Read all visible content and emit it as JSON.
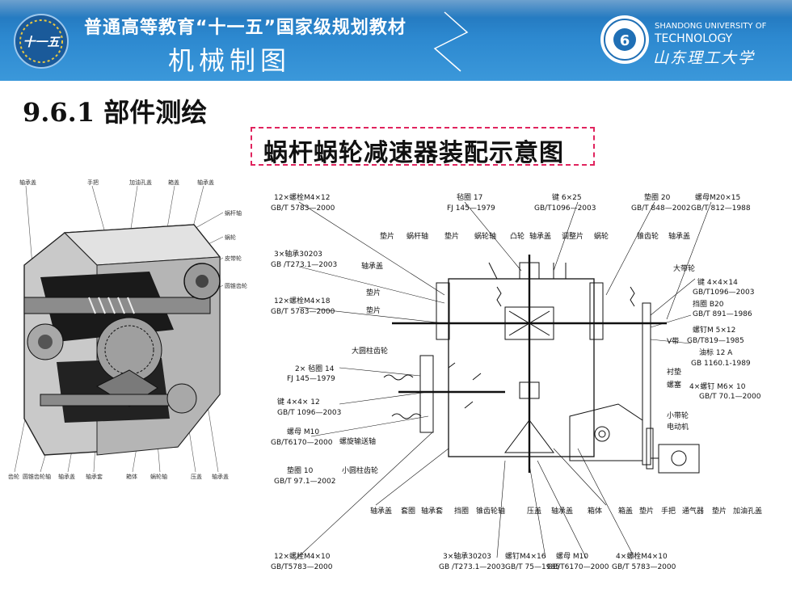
{
  "header": {
    "series_title": "普通高等教育“十一五”国家级规划教材",
    "course_title": "机械制图",
    "left_logo_text": "十一五",
    "university_en_line1": "SHANDONG UNIVERSITY OF",
    "university_en_line2": "TECHNOLOGY",
    "university_cn": "山东理工大学"
  },
  "section_title": "9.6.1  部件测绘",
  "diagram_title": "蜗杆蜗轮减速器装配示意图",
  "cutaway_labels": {
    "top": [
      "轴承盖",
      "手把",
      "加油孔盖",
      "箱盖",
      "轴承盖"
    ],
    "right": [
      "蜗杆轴",
      "蜗轮",
      "皮带轮",
      "圆锥齿轮"
    ],
    "bottom": [
      "齿轮",
      "圆锥齿轮轴",
      "轴承盖",
      "轴承套",
      "箱体",
      "蜗轮轴",
      "压盖",
      "轴承盖"
    ]
  },
  "schematic": {
    "specs": {
      "s1": [
        "12×螺栓M4×12",
        "GB/T 5783—2000"
      ],
      "s2": [
        "毡圈 17",
        "FJ 145—1979"
      ],
      "s3": [
        "键 6×25",
        "GB/T1096—2003"
      ],
      "s4": [
        "垫圈 20",
        "GB/T 848—2002"
      ],
      "s5": [
        "螺母M20×15",
        "GB/T 812—1988"
      ],
      "s6": [
        "3×轴承30203",
        "GB /T273.1—2003"
      ],
      "s7": [
        "12×螺栓M4×18",
        "GB/T 5783—2000"
      ],
      "s8": [
        "键 4×4×14",
        "GB/T1096—2003"
      ],
      "s9": [
        "挡圈 B20",
        "GB/T 891—1986"
      ],
      "s10": [
        "螺钉M 5×12",
        "GB/T819—1985"
      ],
      "s11": [
        "油标 12 A",
        "GB 1160.1-1989"
      ],
      "s12": [
        "2× 毡圈 14",
        "FJ 145—1979"
      ],
      "s13": [
        "键 4×4× 12",
        "GB/T 1096—2003"
      ],
      "s14": [
        "螺母 M10",
        "GB/T6170—2000"
      ],
      "s15": [
        "垫圈 10",
        "GB/T 97.1—2002"
      ],
      "s16": [
        "4×螺钉 M6× 10",
        "GB/T 70.1—2000"
      ],
      "s17": [
        "12×螺栓M4×10",
        "GB/T5783—2000"
      ],
      "s18": [
        "3×轴承30203",
        "GB /T273.1—2003"
      ],
      "s19": [
        "螺钉M4×16",
        "GB/T 75—1985"
      ],
      "s20": [
        "螺母 M10",
        "GB/T6170—2000"
      ],
      "s21": [
        "4×螺栓M4×10",
        "GB/T 5783—2000"
      ]
    },
    "upper_row": [
      "垫片",
      "蜗杆轴",
      "垫片",
      "蜗轮轴",
      "凸轮",
      "轴承盖",
      "调整片",
      "蜗轮",
      "锥齿轮",
      "轴承盖"
    ],
    "left_column": [
      "轴承盖",
      "垫片",
      "垫片",
      "大圆柱齿轮",
      "螺旋输送轴",
      "小圆柱齿轮"
    ],
    "right_column": [
      "大带轮",
      "V带",
      "衬垫",
      "螺塞",
      "小带轮",
      "电动机"
    ],
    "bottom_row": [
      "轴承盖",
      "套圈",
      "轴承套",
      "挡圈",
      "锥齿轮轴",
      "压盖",
      "轴承盖",
      "箱体",
      "箱盖",
      "垫片",
      "手把",
      "通气器",
      "垫片",
      "加油孔盖"
    ]
  },
  "colors": {
    "banner_top": "#1f6fb5",
    "banner_bottom": "#3b98da",
    "title_border": "#e0245e",
    "ink": "#111111"
  }
}
